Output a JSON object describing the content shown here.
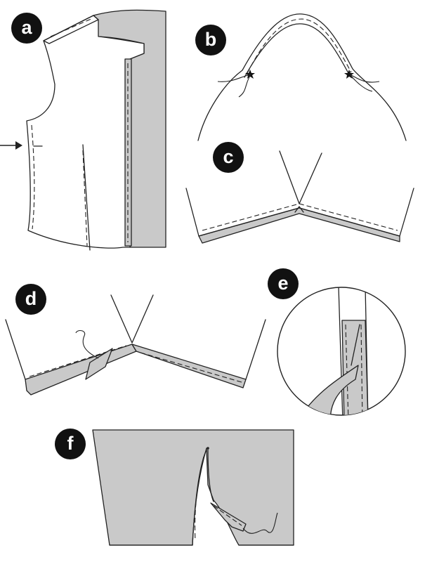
{
  "panels": [
    {
      "label": "a"
    },
    {
      "label": "b"
    },
    {
      "label": "c"
    },
    {
      "label": "d"
    },
    {
      "label": "e"
    },
    {
      "label": "f"
    }
  ],
  "colors": {
    "fabric_grey": "#c9c9c9",
    "outline": "#222222",
    "badge": "#111111"
  }
}
